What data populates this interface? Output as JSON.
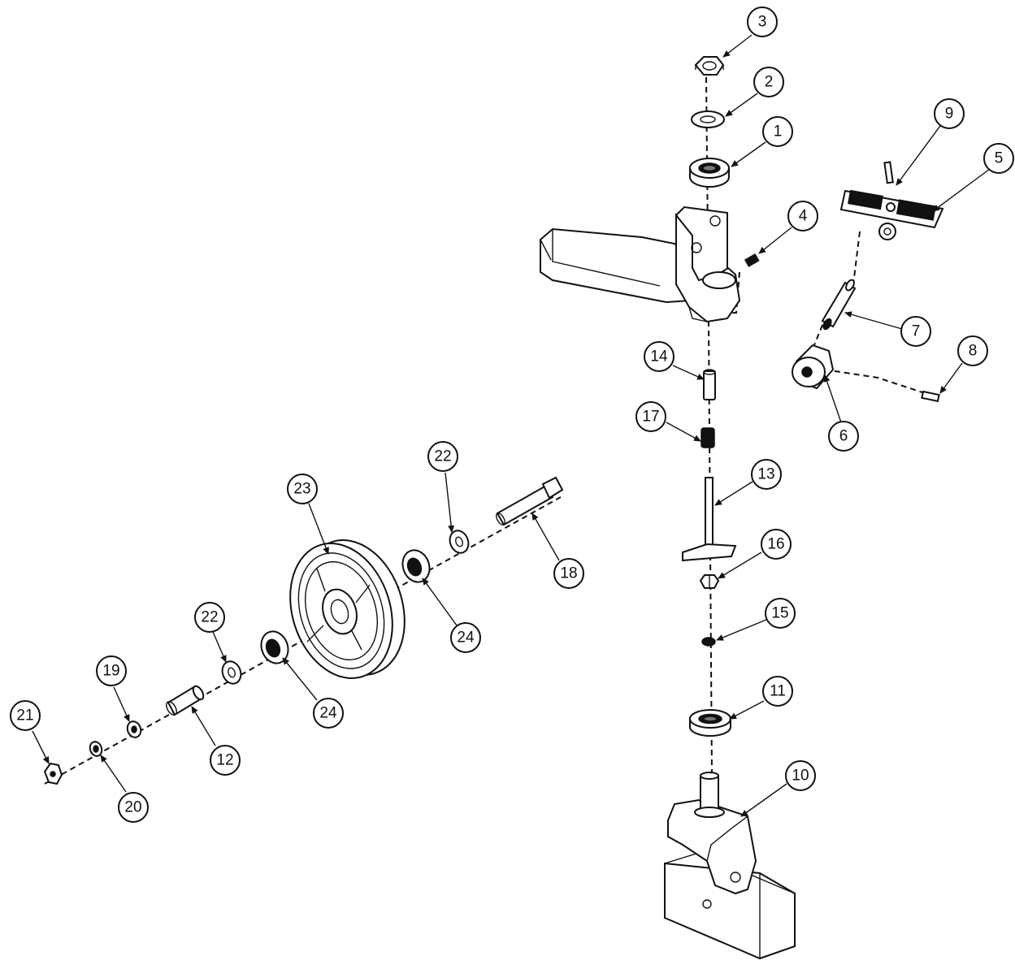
{
  "balloons": [
    {
      "id": "b3",
      "label": "3"
    },
    {
      "id": "b2",
      "label": "2"
    },
    {
      "id": "b1",
      "label": "1"
    },
    {
      "id": "b9",
      "label": "9"
    },
    {
      "id": "b5",
      "label": "5"
    },
    {
      "id": "b4",
      "label": "4"
    },
    {
      "id": "b7",
      "label": "7"
    },
    {
      "id": "b8",
      "label": "8"
    },
    {
      "id": "b6",
      "label": "6"
    },
    {
      "id": "b14",
      "label": "14"
    },
    {
      "id": "b17",
      "label": "17"
    },
    {
      "id": "b13",
      "label": "13"
    },
    {
      "id": "b16",
      "label": "16"
    },
    {
      "id": "b15",
      "label": "15"
    },
    {
      "id": "b11",
      "label": "11"
    },
    {
      "id": "b10",
      "label": "10"
    },
    {
      "id": "b22a",
      "label": "22"
    },
    {
      "id": "b23",
      "label": "23"
    },
    {
      "id": "b18",
      "label": "18"
    },
    {
      "id": "b24a",
      "label": "24"
    },
    {
      "id": "b22b",
      "label": "22"
    },
    {
      "id": "b24b",
      "label": "24"
    },
    {
      "id": "b19",
      "label": "19"
    },
    {
      "id": "b12",
      "label": "12"
    },
    {
      "id": "b21",
      "label": "21"
    },
    {
      "id": "b20",
      "label": "20"
    }
  ]
}
